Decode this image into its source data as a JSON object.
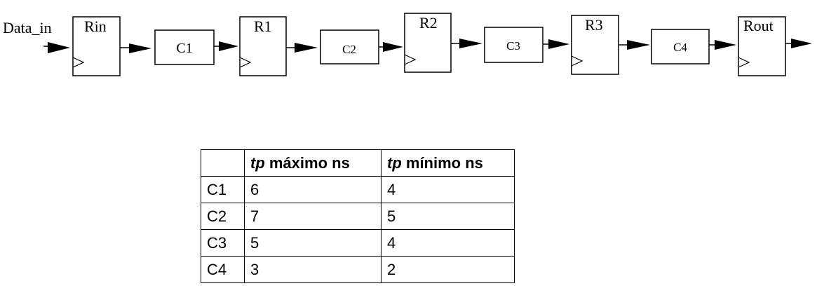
{
  "diagram": {
    "input_label": "Data_in",
    "registers": [
      "Rin",
      "R1",
      "R2",
      "R3",
      "Rout"
    ],
    "combinational_blocks": [
      "C1",
      "C2",
      "C3",
      "C4"
    ]
  },
  "table": {
    "header": {
      "corner": "",
      "max_tp": "tp",
      "max_rest": " máximo ns",
      "min_tp": "tp",
      "min_rest": " mínimo ns"
    },
    "rows": [
      {
        "block": "C1",
        "max": "6",
        "min": "4"
      },
      {
        "block": "C2",
        "max": "7",
        "min": "5"
      },
      {
        "block": "C3",
        "max": "5",
        "min": "4"
      },
      {
        "block": "C4",
        "max": "3",
        "min": "2"
      }
    ]
  }
}
